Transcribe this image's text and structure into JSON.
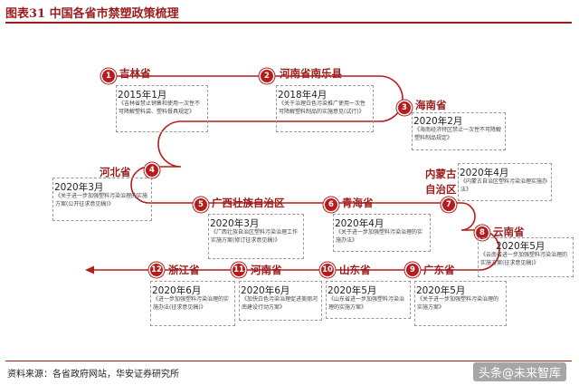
{
  "title": "图表31  中国各省市禁塑政策梳理",
  "source": "资料来源：各省政府网站，华安证券研究所",
  "watermark": "头条@未来智库",
  "colors": {
    "accent": "#b71c1c"
  },
  "nodes": [
    {
      "num": "1",
      "province": "吉林省",
      "date": "2015年1月",
      "desc": "《吉林省禁止销售和使用一次性不可降解塑料袋、塑料餐具规定》"
    },
    {
      "num": "2",
      "province": "河南省南乐县",
      "date": "2018年4月",
      "desc": "《关于治理白色污染推广使用一次性可降解塑料制品的实施意见(试行)》"
    },
    {
      "num": "3",
      "province": "海南省",
      "date": "2020年2月",
      "desc": "《海南经济特区禁止一次性不可降解塑料制品规定》"
    },
    {
      "num": "4",
      "province": "河北省",
      "date": "2020年3月",
      "desc": "《关于进一步加强塑料污染治理的实施方案(公开征求意见稿)》"
    },
    {
      "num": "5",
      "province": "广西壮族自治区",
      "date": "2020年3月",
      "desc": "《广西壮族自治区塑料污染治理工作实施方案(修订征求意见稿)》"
    },
    {
      "num": "6",
      "province": "青海省",
      "date": "2020年4月",
      "desc": "《关于进一步加强塑料污染治理的实施办法》"
    },
    {
      "num": "7",
      "province": "内蒙古自治区",
      "date": "2020年4月",
      "desc": "《内蒙古自治区塑料污染治理实施办法》"
    },
    {
      "num": "8",
      "province": "云南省",
      "date": "2020年5月",
      "desc": "《云南省进一步加强塑料污染治理的实施方案(征求意见稿)》"
    },
    {
      "num": "9",
      "province": "广东省",
      "date": "2020年5月",
      "desc": "《关于进一步加强塑料污染治理的实施方案》"
    },
    {
      "num": "10",
      "province": "山东省",
      "date": "2020年5月",
      "desc": "《山东省进一步加强塑料污染治理的实施方案》"
    },
    {
      "num": "11",
      "province": "河南省",
      "date": "2020年6月",
      "desc": "《加快白色污染治理促进美丽河南建设行动方案》"
    },
    {
      "num": "12",
      "province": "浙江省",
      "date": "2020年6月",
      "desc": "《进一步加强塑料污染治理的实施办法(征求意见稿)》"
    }
  ]
}
